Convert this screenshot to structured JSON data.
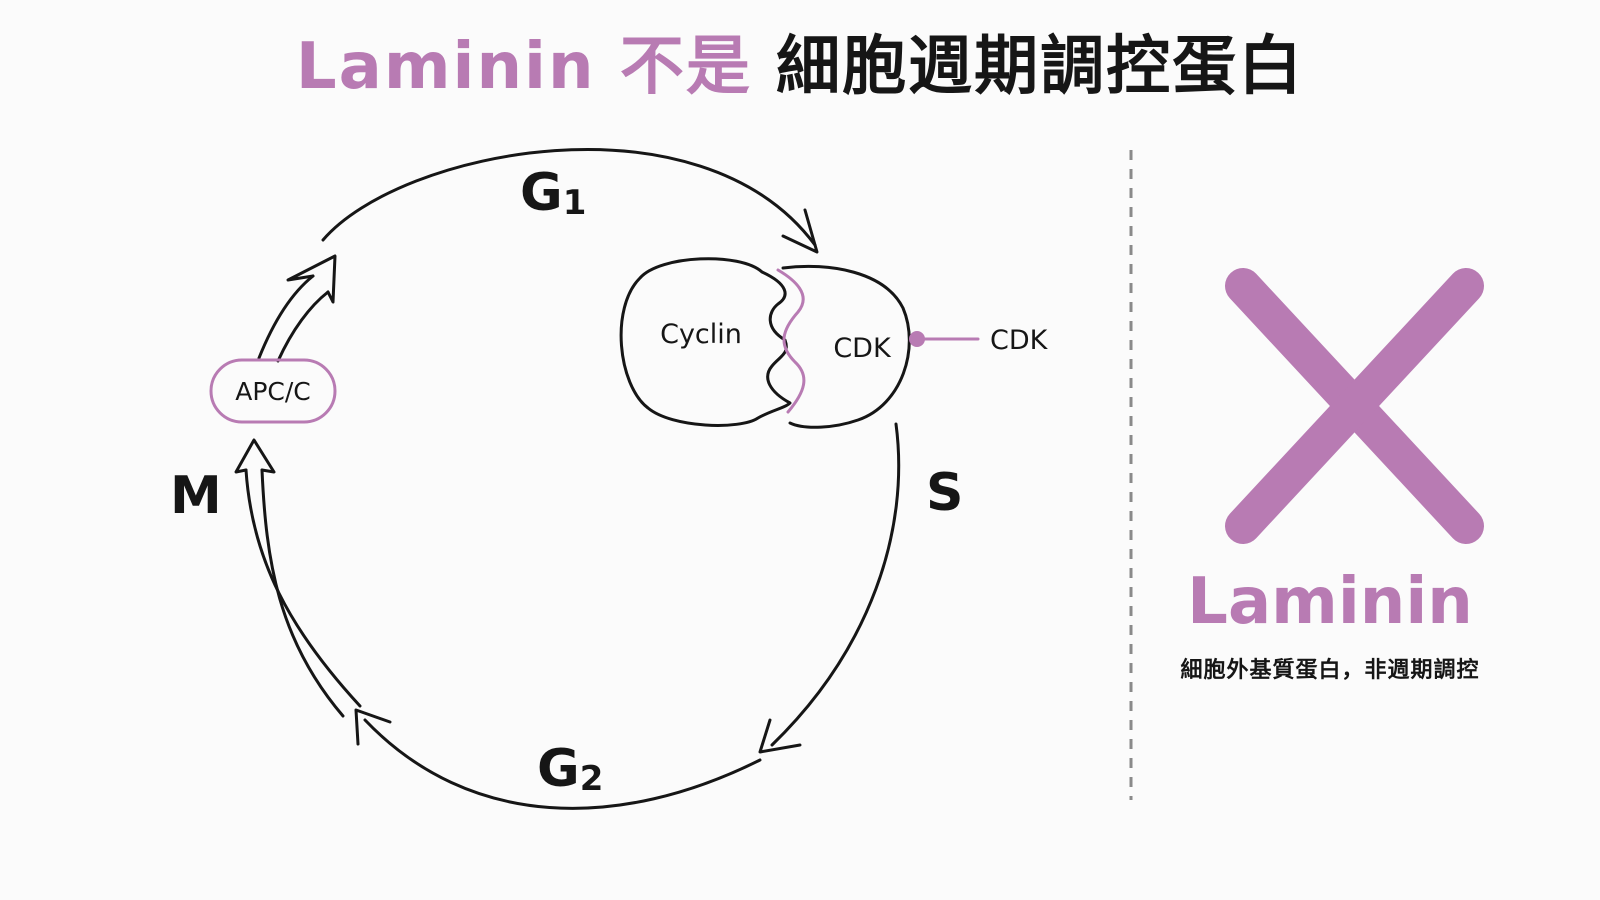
{
  "colors": {
    "accent": "#b87bb3",
    "ink": "#161616",
    "background": "#fbfbfb",
    "divider": "#8a8a8a"
  },
  "title": {
    "highlight": "Laminin 不是",
    "rest": " 細胞週期調控蛋白"
  },
  "cycle": {
    "phases": {
      "g1": {
        "letter": "G",
        "sub": "1"
      },
      "s": {
        "letter": "S"
      },
      "g2": {
        "letter": "G",
        "sub": "2"
      },
      "m": {
        "letter": "M"
      }
    },
    "complex": {
      "cyclin": "Cyclin",
      "cdk": "CDK",
      "callout": "CDK"
    },
    "apc": "APC/C"
  },
  "right_panel": {
    "icon": "cross-icon",
    "label": "Laminin",
    "note": "細胞外基質蛋白，非週期調控"
  }
}
